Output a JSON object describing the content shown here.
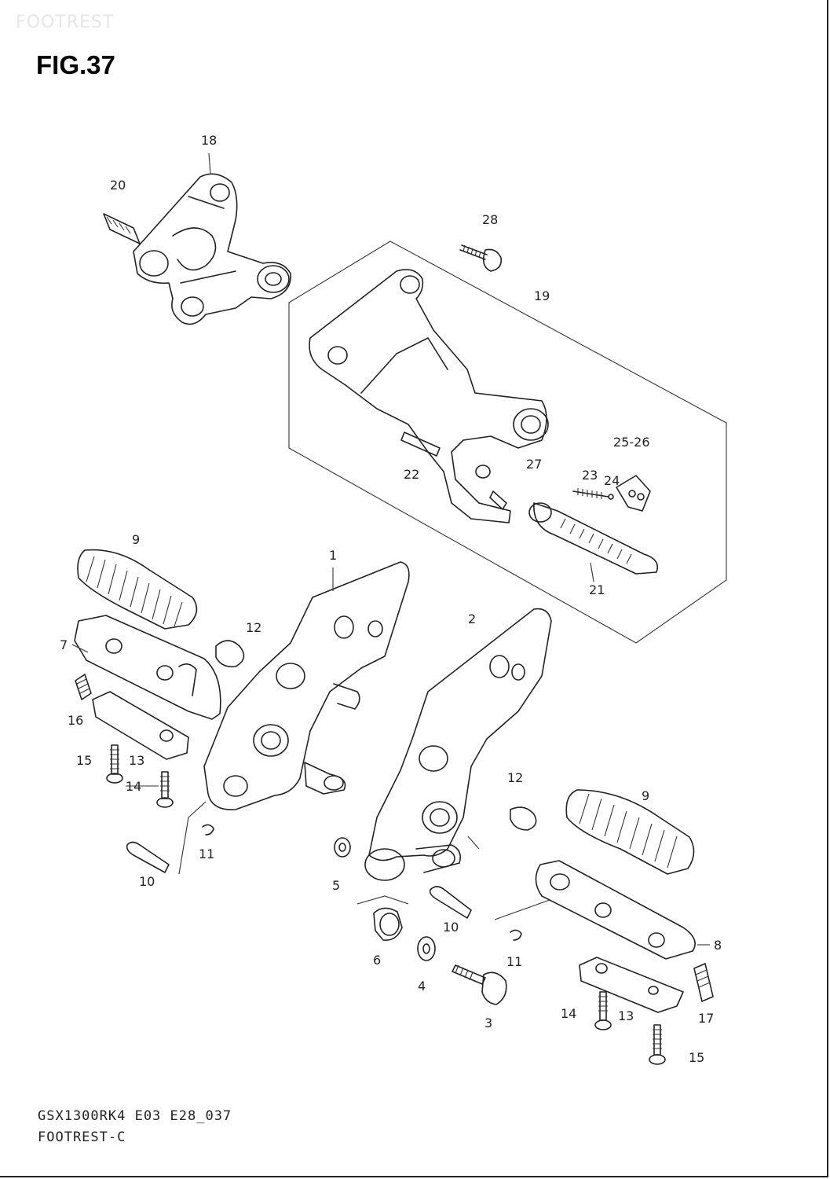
{
  "watermark": "FOOTREST",
  "figure": {
    "title": "FIG.37"
  },
  "footer": {
    "code": "GSX1300RK4 E03 E28_037",
    "name": "FOOTREST-C"
  },
  "callouts": {
    "c18": "18",
    "c20": "20",
    "c28": "28",
    "c19": "19",
    "c2526": "25-26",
    "c22": "22",
    "c27": "27",
    "c23": "23",
    "c24": "24",
    "c21": "21",
    "c9a": "9",
    "c1": "1",
    "c2": "2",
    "c12a": "12",
    "c7": "7",
    "c16": "16",
    "c15a": "15",
    "c13a": "13",
    "c14a": "14",
    "c11a": "11",
    "c10a": "10",
    "c12b": "12",
    "c9b": "9",
    "c5": "5",
    "c10b": "10",
    "c6": "6",
    "c11b": "11",
    "c4": "4",
    "c3": "3",
    "c8": "8",
    "c14b": "14",
    "c13b": "13",
    "c17": "17",
    "c15b": "15"
  }
}
